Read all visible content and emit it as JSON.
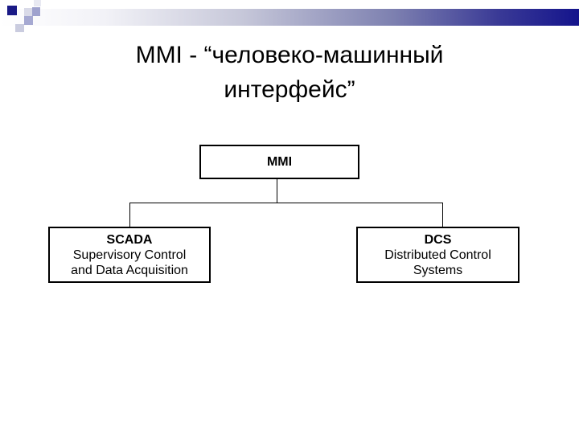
{
  "slide": {
    "title_lines": [
      "MMI - “человеко-машинный",
      "интерфейс”"
    ]
  },
  "diagram": {
    "type": "hierarchy",
    "root": {
      "label": "MMI"
    },
    "children": [
      {
        "name": "SCADA",
        "desc_lines": [
          "Supervisory Control",
          "and Data Acquisition"
        ]
      },
      {
        "name": "DCS",
        "desc_lines": [
          "Distributed Control",
          "Systems"
        ]
      }
    ]
  },
  "colors": {
    "background": "#ffffff",
    "accent_navy": "#1a1a86",
    "gradient_end": "#14148c",
    "box_border": "#000000",
    "text": "#000000"
  }
}
